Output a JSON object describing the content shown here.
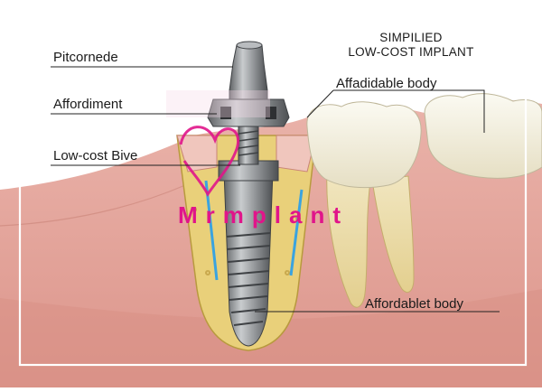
{
  "title": {
    "line1": "SIMPILIED",
    "line2": "LOW-COST IMPLANT"
  },
  "labels": {
    "pitcornede": "Pitcornede",
    "affordiment": "Affordiment",
    "low_cost_bive": "Low-cost Bive",
    "affadidable_body": "Affadidable body",
    "affordablet_body": "Affordablet body"
  },
  "watermark": {
    "text": "Mrmplant"
  },
  "colors": {
    "gum": "#e6a9a0",
    "gum_dark": "#c98478",
    "bone": "#e8cf74",
    "tooth": "#f3f0e2",
    "metal": "#8f9295",
    "accent": "#e0158a",
    "nerve": "#3aa3e0"
  }
}
